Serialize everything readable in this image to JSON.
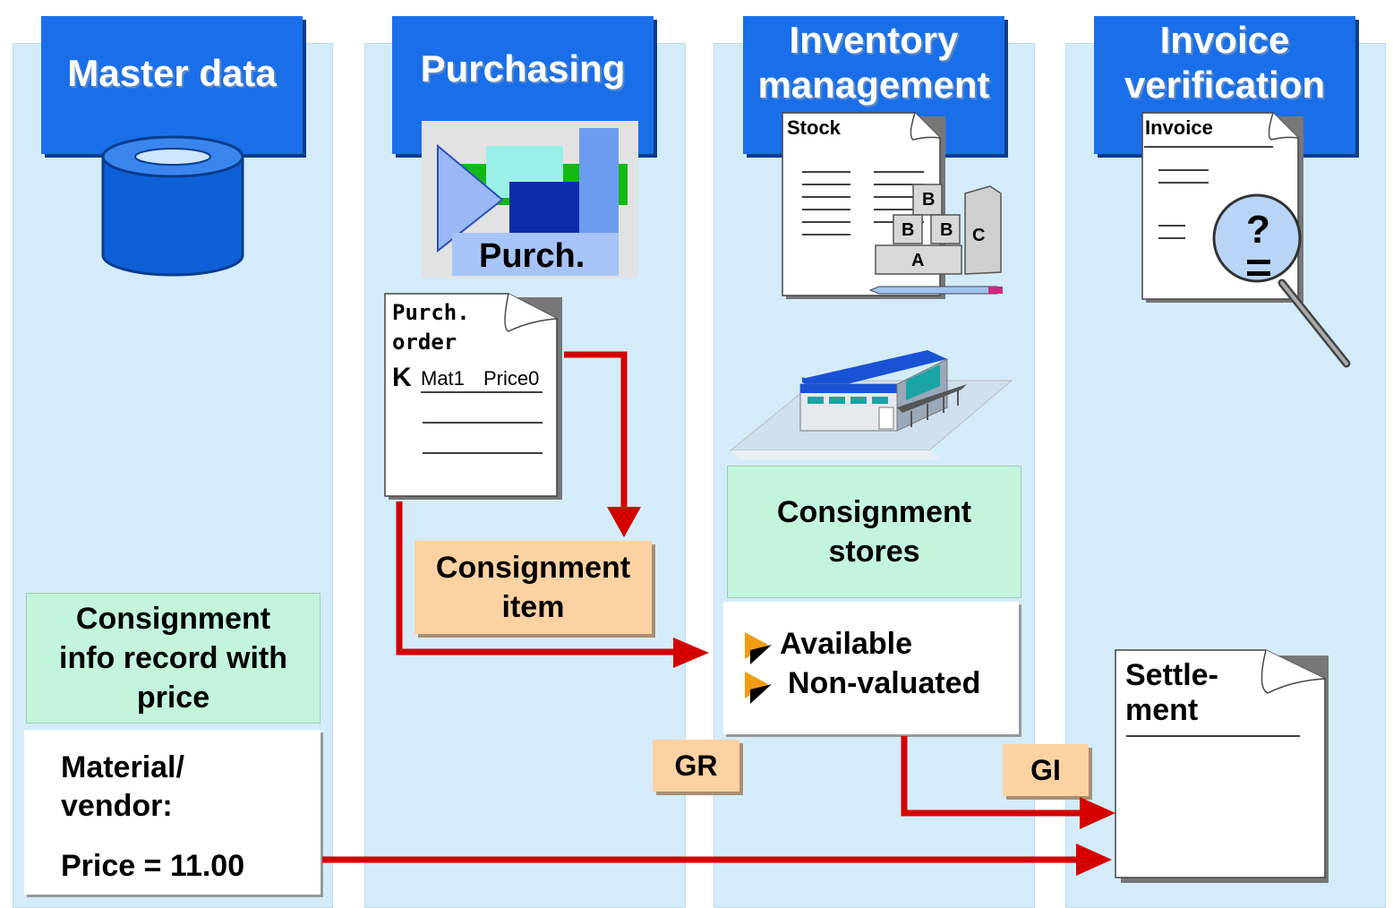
{
  "columns": [
    {
      "header": [
        "Master data"
      ]
    },
    {
      "header": [
        "Purchasing"
      ]
    },
    {
      "header": [
        "Inventory",
        "management"
      ]
    },
    {
      "header": [
        "Invoice",
        "verification"
      ]
    }
  ],
  "purch_icon_label": "Purch.",
  "purchase_order": {
    "title": [
      "Purch.",
      "order"
    ],
    "k": "K",
    "mat": "Mat1",
    "price": "Price0"
  },
  "stock_doc": {
    "title": "Stock",
    "blocks": [
      "B",
      "B",
      "B",
      "C",
      "A"
    ]
  },
  "invoice_doc": {
    "title": "Invoice",
    "question": "?"
  },
  "consignment_item": [
    "Consignment",
    "item"
  ],
  "consignment_stores": [
    "Consignment",
    "stores"
  ],
  "stock_types": [
    "Available",
    "Non-valuated"
  ],
  "info_record": [
    "Consignment",
    "info record with",
    "price"
  ],
  "material_vendor": [
    "Material/",
    "vendor:"
  ],
  "price_line": "Price = 11.00",
  "gr": "GR",
  "gi": "GI",
  "settlement": [
    "Settle-",
    "ment"
  ],
  "colors": {
    "column": "#d4ecfa",
    "header": "#1a6fe8",
    "arrow": "#d40000",
    "green_box": "#c3f5dd",
    "orange_box": "#fcd2a2"
  }
}
